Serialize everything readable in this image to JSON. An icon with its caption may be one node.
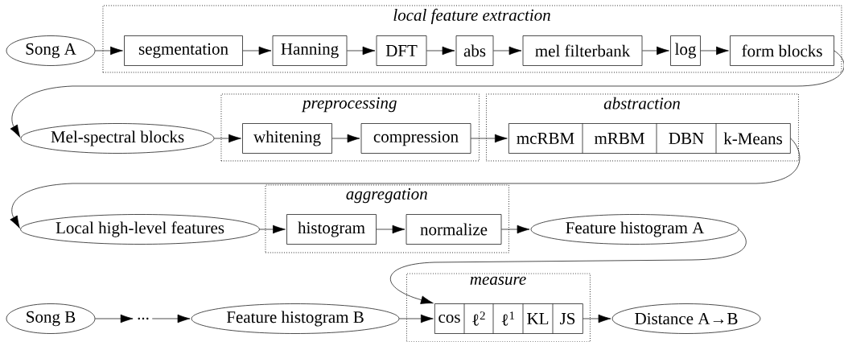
{
  "diagram": {
    "nodes": [
      {
        "text": [
          "Song A"
        ]
      },
      {
        "text": [
          "local feature extraction"
        ]
      },
      {
        "text": [
          "segmentation"
        ],
        "in": 1
      },
      {
        "text": [
          "Hanning"
        ],
        "in": 1
      },
      {
        "text": [
          "DFT"
        ],
        "in": 1
      },
      {
        "text": [
          "abs"
        ],
        "in": 1
      },
      {
        "text": [
          "mel filterbank"
        ],
        "in": 1
      },
      {
        "text": [
          "log"
        ],
        "in": 1
      },
      {
        "text": [
          "form blocks"
        ],
        "in": 1
      },
      {
        "text": [
          "Mel-spectral blocks"
        ]
      },
      {
        "text": [
          "preprocessing"
        ]
      },
      {
        "text": [
          "whitening"
        ],
        "in": 10
      },
      {
        "text": [
          "compression"
        ],
        "in": 10
      },
      {
        "text": [
          "abstraction"
        ]
      },
      {
        "text": [
          "mcRBM",
          "mRBM",
          "DBN",
          "k-Means"
        ],
        "in": 13
      },
      {
        "text": [
          "Local high-level features"
        ]
      },
      {
        "text": [
          "aggregation"
        ]
      },
      {
        "text": [
          "histogram"
        ],
        "in": 16
      },
      {
        "text": [
          "normalize"
        ],
        "in": 16
      },
      {
        "text": [
          "Feature histogram A"
        ]
      },
      {
        "text": [
          "Song B"
        ]
      },
      {
        "text": [
          "..."
        ]
      },
      {
        "text": [
          "Feature histogram B"
        ]
      },
      {
        "text": [
          "measure"
        ]
      },
      {
        "text": [
          "cos",
          "ℓ$^{2}$",
          "ℓ$^{1}$",
          "KL",
          "JS"
        ],
        "in": 23
      },
      {
        "text": [
          "Distance A→B"
        ]
      }
    ],
    "edges": [
      {
        "from": 0,
        "to": 2,
        "arrow": "to"
      },
      {
        "from": 2,
        "to": 3,
        "arrow": "to"
      },
      {
        "from": 3,
        "to": 4,
        "arrow": "to"
      },
      {
        "from": 4,
        "to": 5,
        "arrow": "to"
      },
      {
        "from": 5,
        "to": 6,
        "arrow": "to"
      },
      {
        "from": 6,
        "to": 7,
        "arrow": "to"
      },
      {
        "from": 7,
        "to": 8,
        "arrow": "to"
      },
      {
        "from": 8,
        "to": 9,
        "arrow": "to"
      },
      {
        "from": 9,
        "to": 11,
        "arrow": "to"
      },
      {
        "from": 11,
        "to": 12,
        "arrow": "to"
      },
      {
        "from": 12,
        "to": 14,
        "arrow": "to"
      },
      {
        "from": 14,
        "to": 15,
        "arrow": "to"
      },
      {
        "from": 15,
        "to": 17,
        "arrow": "to"
      },
      {
        "from": 17,
        "to": 18,
        "arrow": "to"
      },
      {
        "from": 18,
        "to": 19,
        "arrow": "to"
      },
      {
        "from": 19,
        "to": 24,
        "arrow": "to"
      },
      {
        "from": 20,
        "to": 21,
        "arrow": "to"
      },
      {
        "from": 21,
        "to": 22,
        "arrow": "to"
      },
      {
        "from": 22,
        "to": 24,
        "arrow": "to"
      },
      {
        "from": 24,
        "to": 25,
        "arrow": "to"
      }
    ]
  }
}
